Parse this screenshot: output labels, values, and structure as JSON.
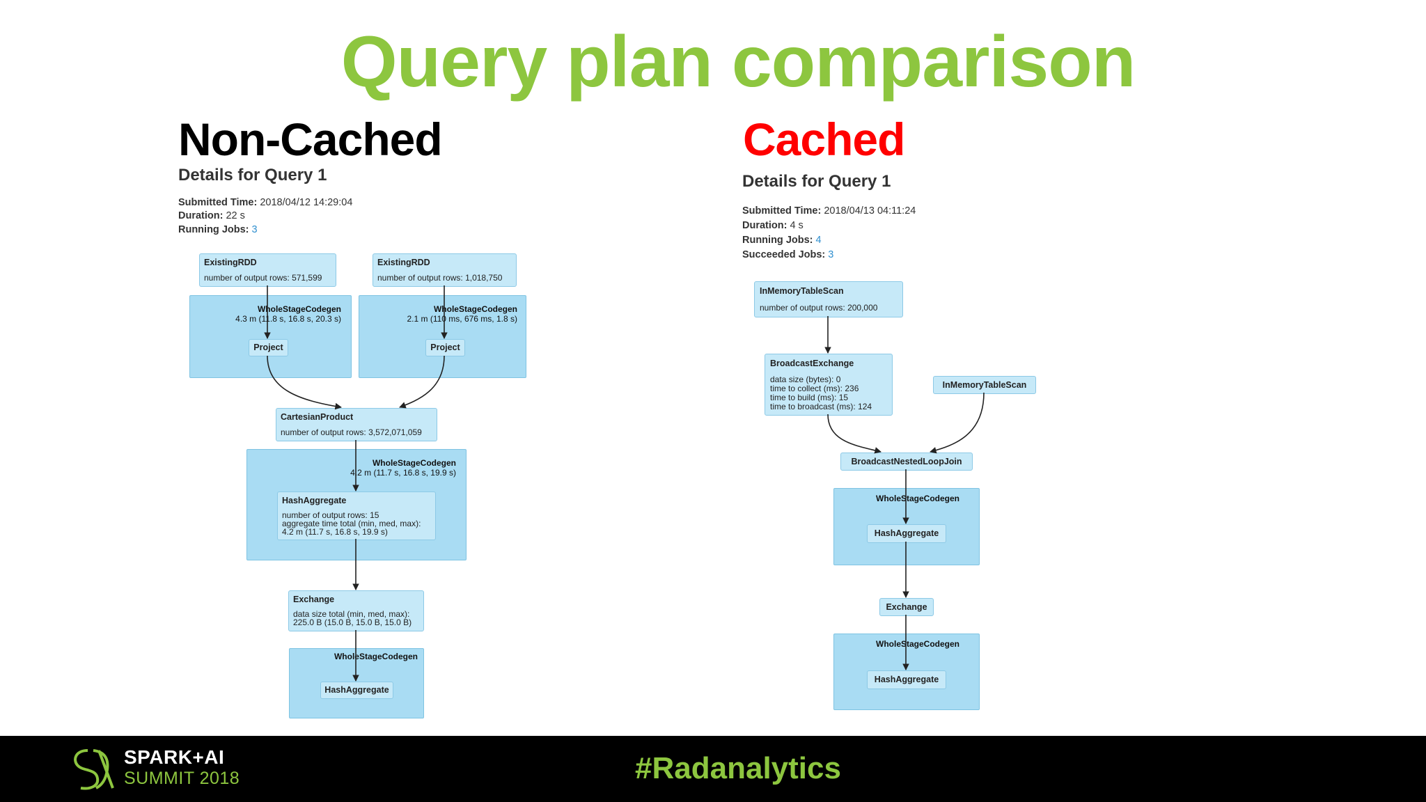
{
  "title": "Query plan comparison",
  "footer": {
    "hashtag": "#Radanalytics",
    "logo_line1": "SPARK+AI",
    "logo_line2": "SUMMIT 2018",
    "background": "#000000",
    "accent": "#8dc63f"
  },
  "colors": {
    "title": "#8dc63f",
    "non_cached_heading": "#000000",
    "cached_heading": "#ff0000",
    "stage_fill": "#a9dcf3",
    "node_fill": "#c6e9f8",
    "link": "#2f8fcf"
  },
  "left": {
    "heading": "Non-Cached",
    "details_title": "Details for Query 1",
    "submitted_label": "Submitted Time:",
    "submitted_value": "2018/04/12 14:29:04",
    "duration_label": "Duration:",
    "duration_value": "22 s",
    "running_label": "Running Jobs:",
    "running_value": "3",
    "nodes": {
      "rdd1_title": "ExistingRDD",
      "rdd1_detail": "number of output rows: 571,599",
      "rdd2_title": "ExistingRDD",
      "rdd2_detail": "number of output rows: 1,018,750",
      "wsc1_title": "WholeStageCodegen",
      "wsc1_detail": "4.3 m (11.8 s, 16.8 s, 20.3 s)",
      "wsc2_title": "WholeStageCodegen",
      "wsc2_detail": "2.1 m (110 ms, 676 ms, 1.8 s)",
      "project1": "Project",
      "project2": "Project",
      "cartesian_title": "CartesianProduct",
      "cartesian_detail": "number of output rows: 3,572,071,059",
      "wsc3_title": "WholeStageCodegen",
      "wsc3_detail": "4.2 m (11.7 s, 16.8 s, 19.9 s)",
      "hashagg1_title": "HashAggregate",
      "hashagg1_line1": "number of output rows: 15",
      "hashagg1_line2": "aggregate time total (min, med, max):",
      "hashagg1_line3": "4.2 m (11.7 s, 16.8 s, 19.9 s)",
      "exchange_title": "Exchange",
      "exchange_line1": "data size total (min, med, max):",
      "exchange_line2": "225.0 B (15.0 B, 15.0 B, 15.0 B)",
      "wsc4_title": "WholeStageCodegen",
      "hashagg2": "HashAggregate"
    }
  },
  "right": {
    "heading": "Cached",
    "details_title": "Details for Query 1",
    "submitted_label": "Submitted Time:",
    "submitted_value": "2018/04/13 04:11:24",
    "duration_label": "Duration:",
    "duration_value": "4 s",
    "running_label": "Running Jobs:",
    "running_value": "4",
    "succeeded_label": "Succeeded Jobs:",
    "succeeded_value": "3",
    "nodes": {
      "scan1_title": "InMemoryTableScan",
      "scan1_detail": "number of output rows: 200,000",
      "broadcast_title": "BroadcastExchange",
      "broadcast_line1": "data size (bytes): 0",
      "broadcast_line2": "time to collect (ms): 236",
      "broadcast_line3": "time to build (ms): 15",
      "broadcast_line4": "time to broadcast (ms): 124",
      "scan2_title": "InMemoryTableScan",
      "join_title": "BroadcastNestedLoopJoin",
      "wsc1_title": "WholeStageCodegen",
      "hashagg1": "HashAggregate",
      "exchange_title": "Exchange",
      "wsc2_title": "WholeStageCodegen",
      "hashagg2": "HashAggregate"
    }
  }
}
